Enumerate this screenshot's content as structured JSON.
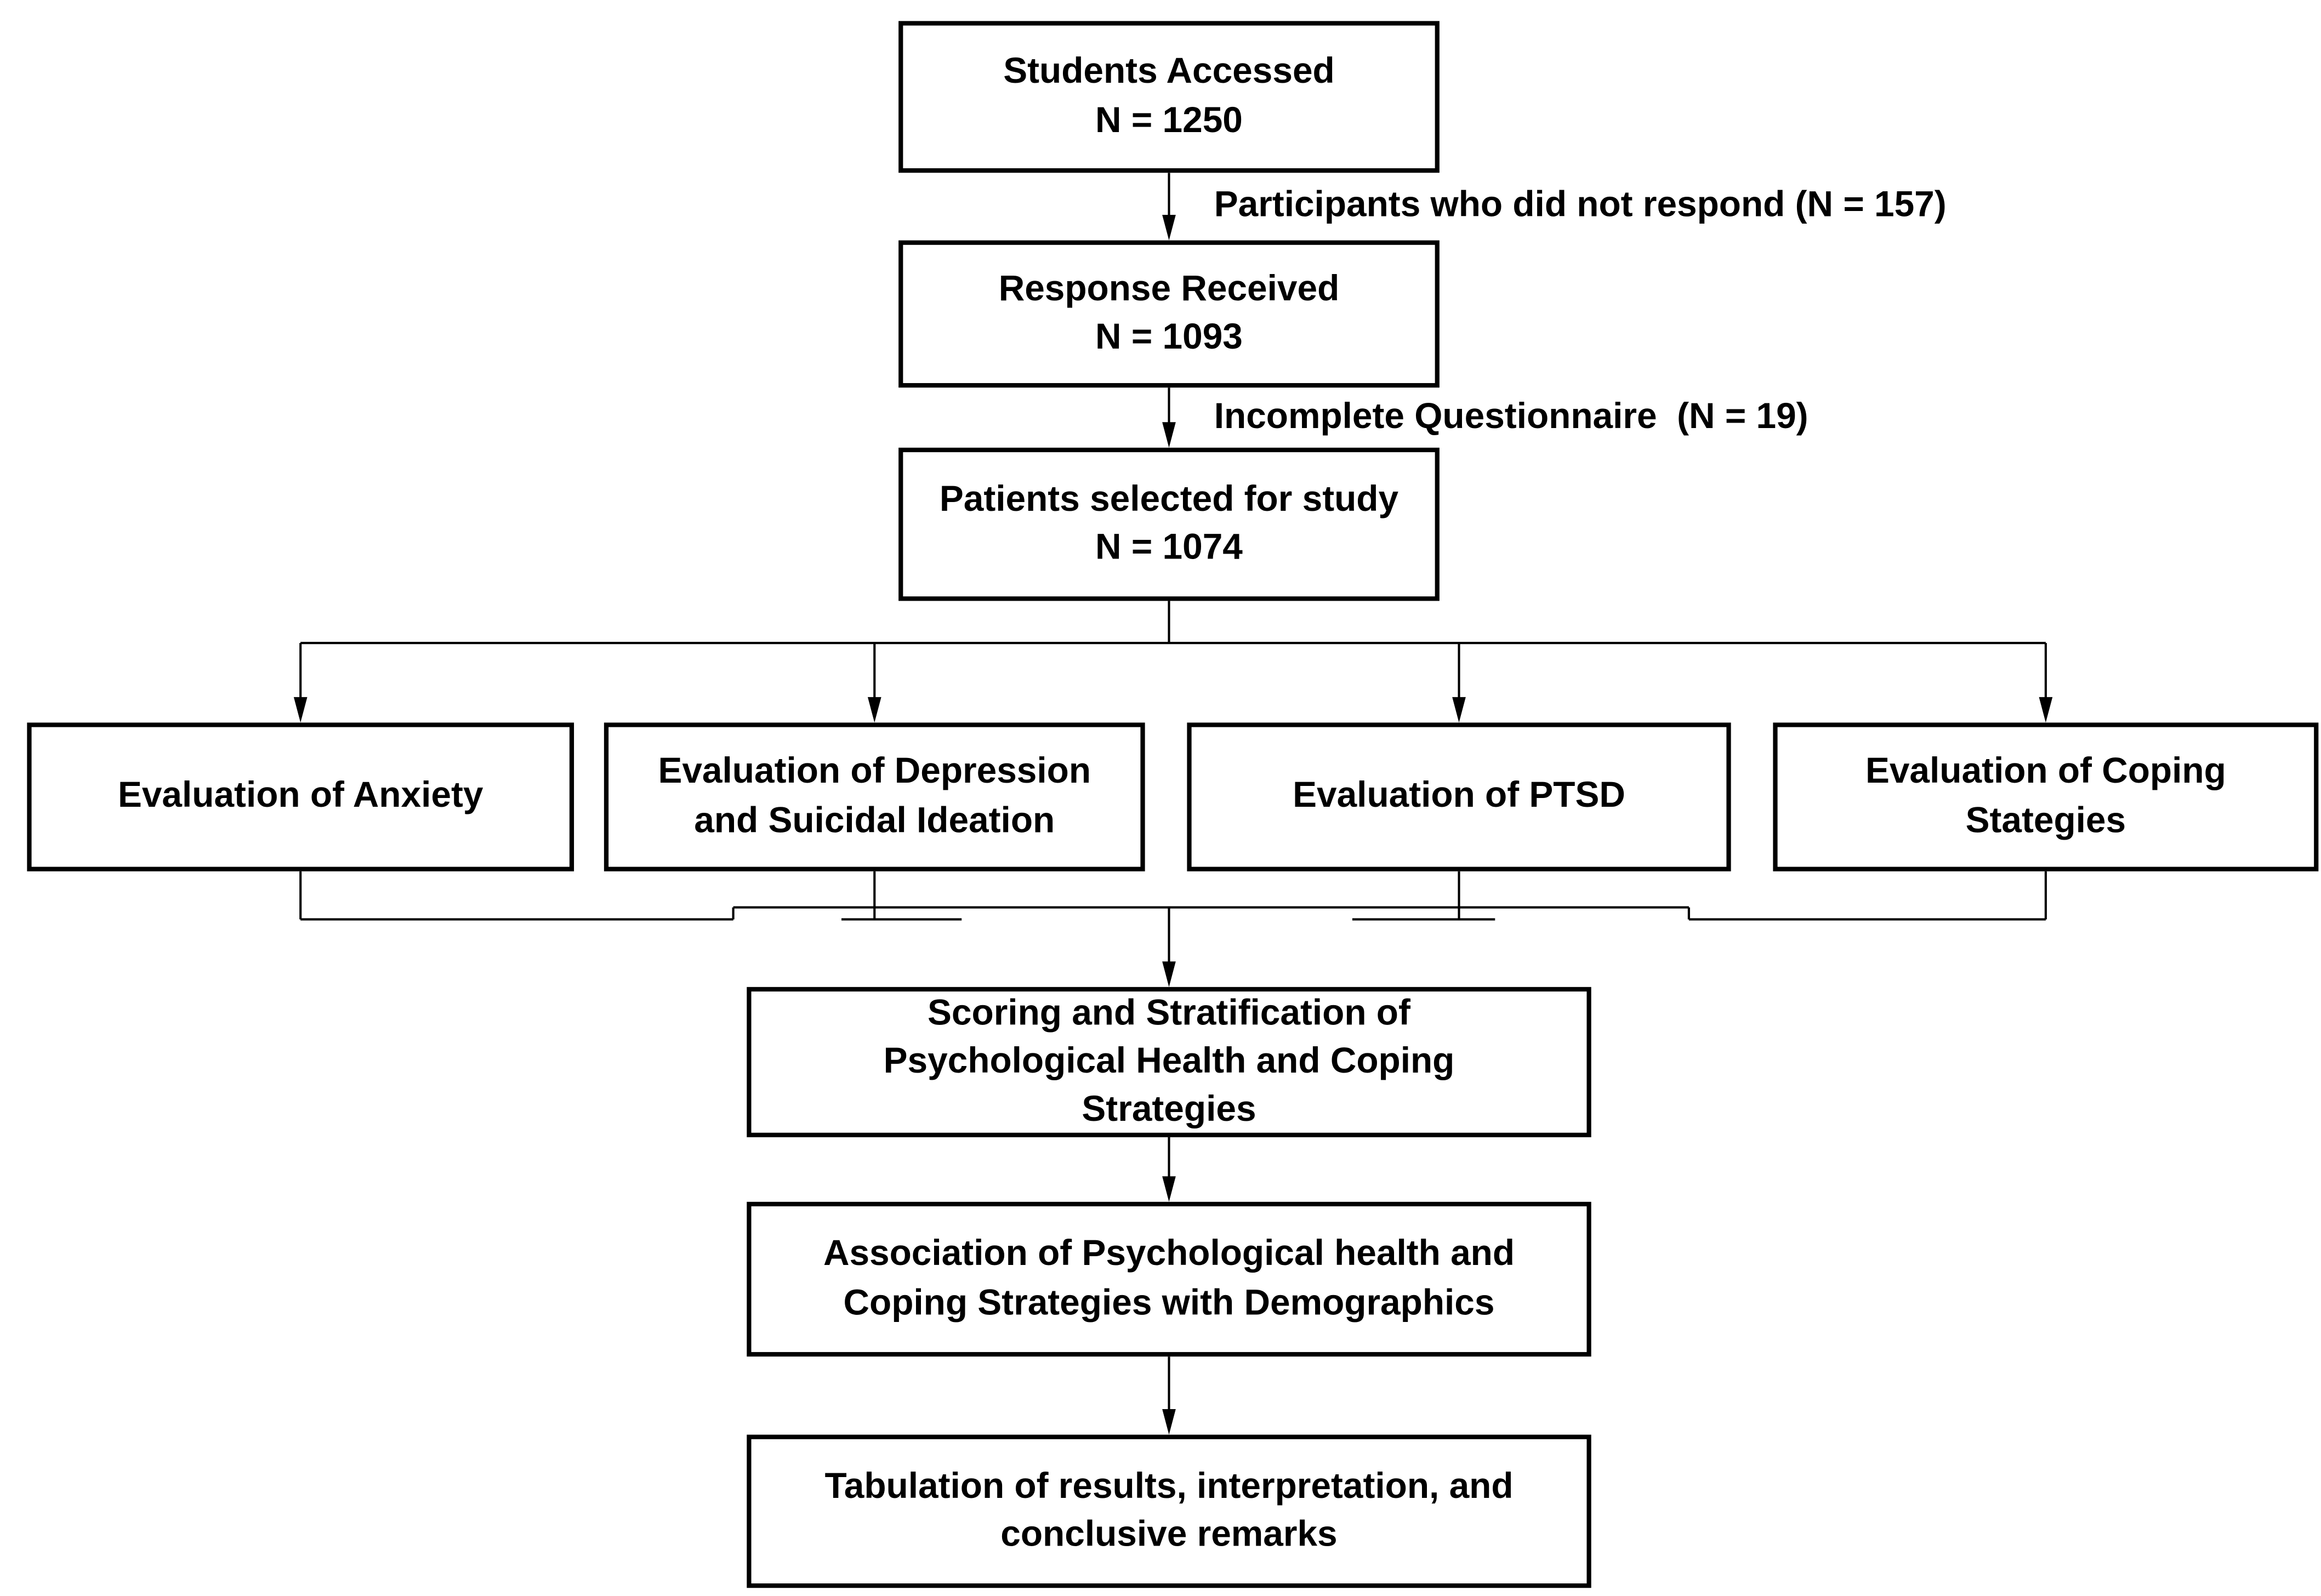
{
  "figure": {
    "background": "#ffffff",
    "line_color": "#000000",
    "text_color": "#000000",
    "box_fill": "#ffffff",
    "box_border": "#000000",
    "nodes": {
      "students": {
        "lines": [
          "Students Accessed",
          "N = 1250"
        ]
      },
      "response": {
        "lines": [
          "Response Received",
          "N = 1093"
        ]
      },
      "patients": {
        "lines": [
          "Patients selected for study",
          "N = 1074"
        ]
      },
      "anxiety": {
        "lines": [
          "Evaluation of Anxiety"
        ]
      },
      "depression": {
        "lines": [
          "Evaluation of Depression",
          "and Suicidal Ideation"
        ]
      },
      "ptsd": {
        "lines": [
          "Evaluation of PTSD"
        ]
      },
      "coping": {
        "lines": [
          "Evaluation of Coping",
          "Stategies"
        ]
      },
      "scoring": {
        "lines": [
          "Scoring and Stratification of",
          "Psychological Health and Coping",
          "Strategies"
        ]
      },
      "association": {
        "lines": [
          "Association of Psychological health and",
          "Coping Strategies with Demographics"
        ]
      },
      "tabulation": {
        "lines": [
          "Tabulation of results, interpretation, and",
          "conclusive remarks"
        ]
      }
    },
    "edge_labels": {
      "no_response": "Participants who did not respond (N = 157)",
      "incomplete": "Incomplete Questionnaire  (N = 19)"
    }
  }
}
